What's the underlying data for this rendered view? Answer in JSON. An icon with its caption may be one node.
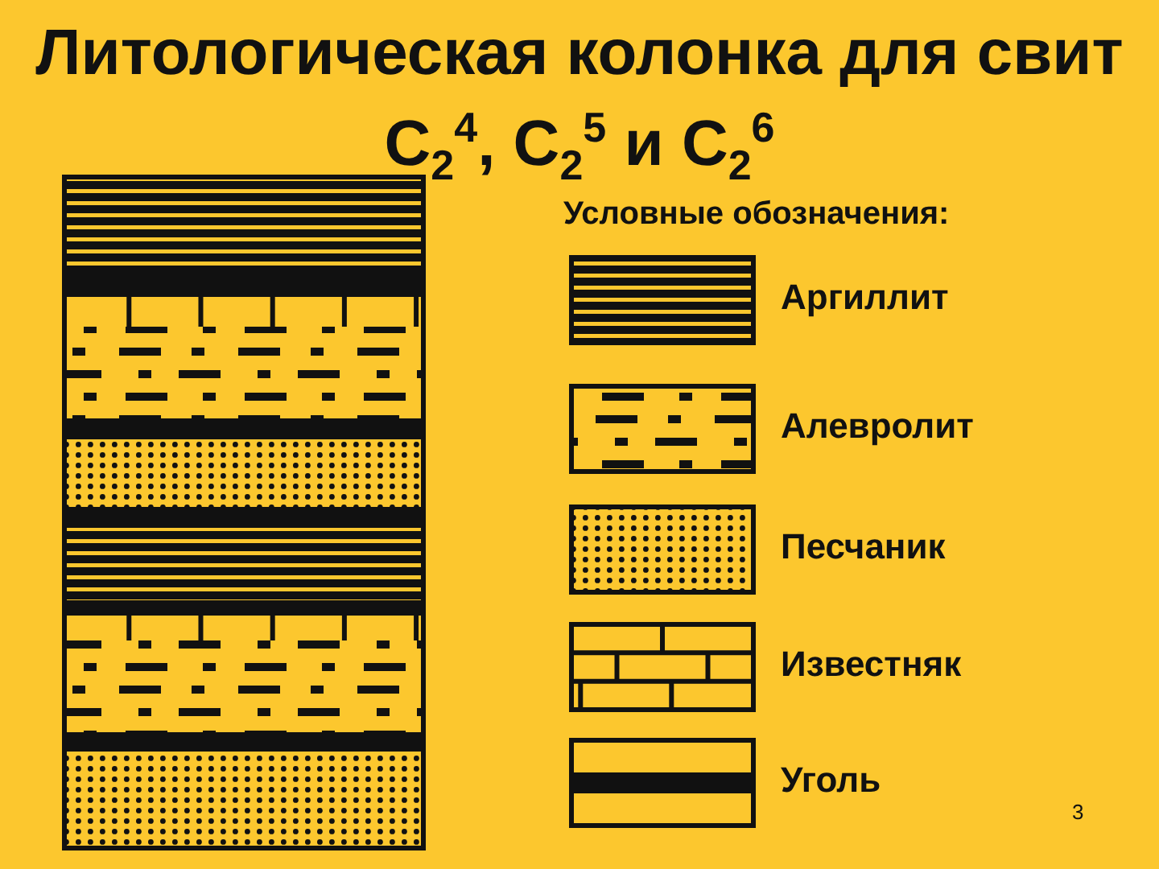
{
  "diagram": {
    "title": "Литологическая колонка для свит C$_{2}$$^{4}$, C$_{2}$$^{5}$ и C$_{2}$$^{6}$",
    "labels": [
      "Условные обозначения:",
      "3"
    ],
    "legend": [
      {
        "text": "Аргиллит"
      },
      {
        "text": "Алевролит"
      },
      {
        "text": "Песчаник"
      },
      {
        "text": "Известняк"
      },
      {
        "text": "Уголь"
      }
    ]
  }
}
